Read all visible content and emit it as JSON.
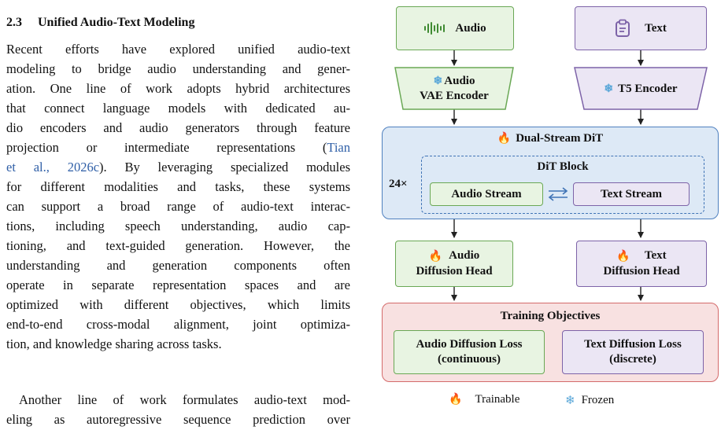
{
  "section": {
    "number": "2.3",
    "title": "Unified Audio-Text Modeling"
  },
  "paragraph1": {
    "lines": [
      "Recent efforts have explored unified audio-text",
      "modeling to bridge audio understanding and gener-",
      "ation. One line of work adopts hybrid architectures",
      "that connect language models with dedicated au-",
      "dio encoders and audio generators through feature",
      "projection or intermediate representations ("
    ],
    "cite_a": "Tian",
    "cite_b": "et al., 2026c",
    "after_cite": "). By leveraging specialized modules",
    "rest": [
      "for different modalities and tasks, these systems",
      "can support a broad range of audio-text interac-",
      "tions, including speech understanding, audio cap-",
      "tioning, and text-guided generation. However, the",
      "understanding and generation components often",
      "operate in separate representation spaces and are",
      "optimized with different objectives, which limits",
      "end-to-end cross-modal alignment, joint optimiza-",
      "tion, and knowledge sharing across tasks."
    ]
  },
  "paragraph2": {
    "lines": [
      "Another line of work formulates audio-text mod-",
      "eling as autoregressive sequence prediction over"
    ]
  },
  "figure": {
    "audio_input": "Audio",
    "text_input": "Text",
    "audio_encoder_line1": "Audio",
    "audio_encoder_line2": "VAE Encoder",
    "text_encoder": "T5 Encoder",
    "dit_title": "Dual-Stream DiT",
    "repeat": "24×",
    "block_title": "DiT Block",
    "audio_stream": "Audio Stream",
    "text_stream": "Text Stream",
    "audio_head_line1": "Audio",
    "audio_head_line2": "Diffusion Head",
    "text_head_line1": "Text",
    "text_head_line2": "Diffusion Head",
    "objectives_title": "Training Objectives",
    "audio_loss_line1": "Audio Diffusion Loss",
    "audio_loss_line2": "(continuous)",
    "text_loss_line1": "Text Diffusion Loss",
    "text_loss_line2": "(discrete)",
    "legend_trainable": "Trainable",
    "legend_frozen": "Frozen"
  },
  "colors": {
    "audio_green": "#e8f4e2",
    "text_purple": "#ebe6f4",
    "dit_blue": "#dde9f6",
    "objective_red": "#f8e1e1",
    "citation_blue": "#2f5fa7"
  },
  "icons": [
    "waveform-icon",
    "clipboard-icon",
    "snowflake-icon",
    "flame-icon",
    "bidirectional-arrow-icon"
  ]
}
